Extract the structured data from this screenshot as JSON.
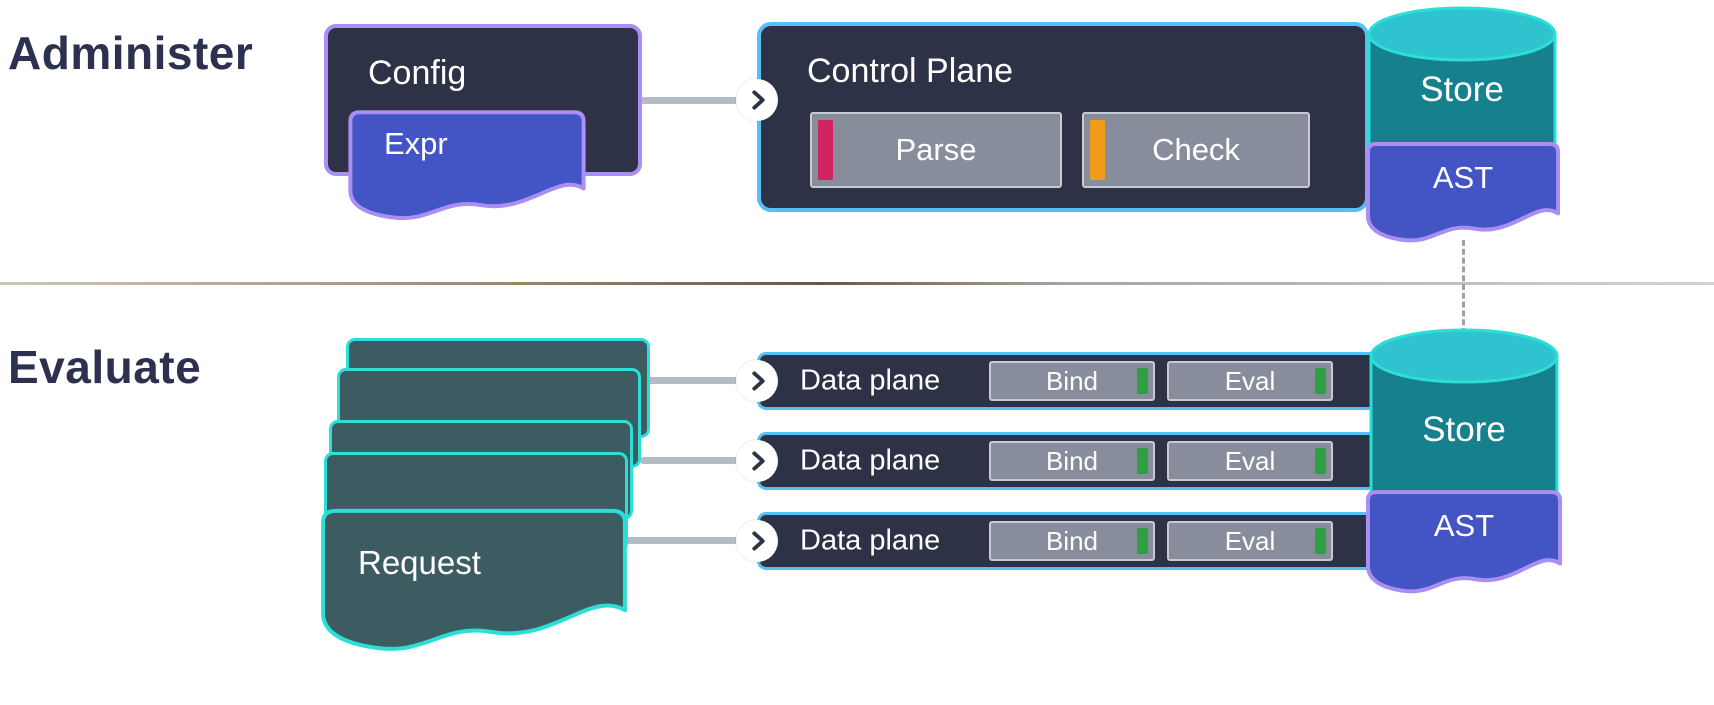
{
  "colors": {
    "navy": "#2e3247",
    "heading": "#2d3150",
    "purple": "#a98ef3",
    "indigo": "#4354c5",
    "blue": "#54c0f6",
    "gray": "#878d9b",
    "gray-border": "#c6cad3",
    "pink": "#d02360",
    "orange": "#f29c1e",
    "green": "#2f9e44",
    "teal-stroke": "#2bdfd6",
    "teal-body": "#17808d",
    "teal-top": "#2fc3cf",
    "slate": "#3d5c61",
    "arrow": "#b4bac6",
    "dash": "#99a1ab"
  },
  "administer": {
    "section_label": "Administer",
    "config_label": "Config",
    "expr_label": "Expr",
    "control_plane": {
      "label": "Control Plane",
      "stages": [
        {
          "label": "Parse",
          "accent": "#d02360"
        },
        {
          "label": "Check",
          "accent": "#f29c1e"
        }
      ]
    },
    "store_label": "Store",
    "ast_label": "AST"
  },
  "evaluate": {
    "section_label": "Evaluate",
    "request_label": "Request",
    "rows": [
      {
        "label": "Data plane",
        "stages": [
          {
            "label": "Bind",
            "accent": "#2f9e44"
          },
          {
            "label": "Eval",
            "accent": "#2f9e44"
          }
        ]
      },
      {
        "label": "Data plane",
        "stages": [
          {
            "label": "Bind",
            "accent": "#2f9e44"
          },
          {
            "label": "Eval",
            "accent": "#2f9e44"
          }
        ]
      },
      {
        "label": "Data plane",
        "stages": [
          {
            "label": "Bind",
            "accent": "#2f9e44"
          },
          {
            "label": "Eval",
            "accent": "#2f9e44"
          }
        ]
      }
    ],
    "store_label": "Store",
    "ast_label": "AST"
  }
}
